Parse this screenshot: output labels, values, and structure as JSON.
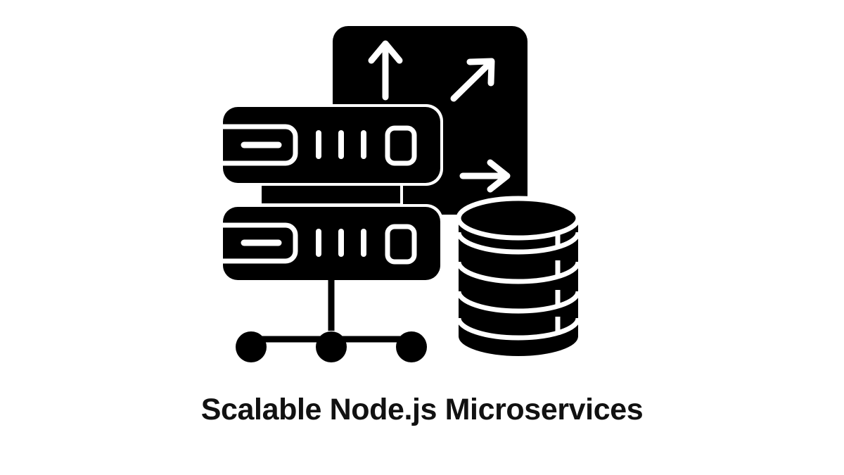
{
  "page": {
    "background_color": "#ffffff",
    "ink_color": "#000000",
    "highlight_color": "#ffffff"
  },
  "caption": {
    "text": "Scalable Node.js Microservices",
    "color": "#111111"
  },
  "illustration": {
    "name": "scalable-microservices-icon",
    "description": "Flat monochrome icon of stacked servers, a scaling arrows panel, a network topology tree and a database cylinder",
    "parts": [
      {
        "name": "scaling-panel",
        "label": "Scaling panel"
      },
      {
        "name": "arrow-up-icon",
        "label": "Up arrow"
      },
      {
        "name": "arrow-diagonal-icon",
        "label": "Diagonal up-right arrow"
      },
      {
        "name": "arrow-right-icon",
        "label": "Right arrow"
      },
      {
        "name": "server-unit-top",
        "label": "Top server unit"
      },
      {
        "name": "server-connector-bar",
        "label": "Server connector bar"
      },
      {
        "name": "server-unit-bottom",
        "label": "Bottom server unit"
      },
      {
        "name": "network-tree",
        "label": "Network topology tree"
      },
      {
        "name": "database-cylinder",
        "label": "Database cylinder"
      }
    ]
  }
}
